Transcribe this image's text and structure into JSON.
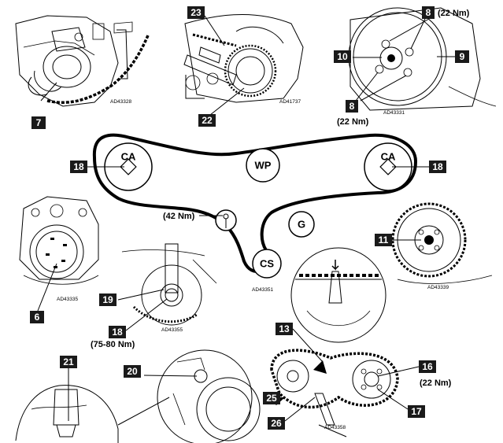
{
  "callouts": {
    "c7": "7",
    "c23": "23",
    "c8a": "8",
    "c8b": "8",
    "c10": "10",
    "c9": "9",
    "c22": "22",
    "c18l": "18",
    "c18r": "18",
    "c6": "6",
    "c11": "11",
    "c19": "19",
    "c18b": "18",
    "c13": "13",
    "c16": "16",
    "c20": "20",
    "c21": "21",
    "c25": "25",
    "c26": "26",
    "c17": "17"
  },
  "pulleys": {
    "ca_left": "CA",
    "ca_right": "CA",
    "wp": "WP",
    "g": "G",
    "cs": "CS"
  },
  "torques": {
    "t_8_top": "(22 Nm)",
    "t_8_bottom": "(22 Nm)",
    "t_tensioner": "(42 Nm)",
    "t_18_bottom": "(75-80 Nm)",
    "t_16": "(22 Nm)"
  },
  "image_codes": {
    "img1": "AD43328",
    "img2": "AD41737",
    "img3": "AD43331",
    "img4": "AD43335",
    "img5": "AD43351",
    "img6": "AD43339",
    "img7": "AD43355",
    "img8": "AD43358"
  }
}
